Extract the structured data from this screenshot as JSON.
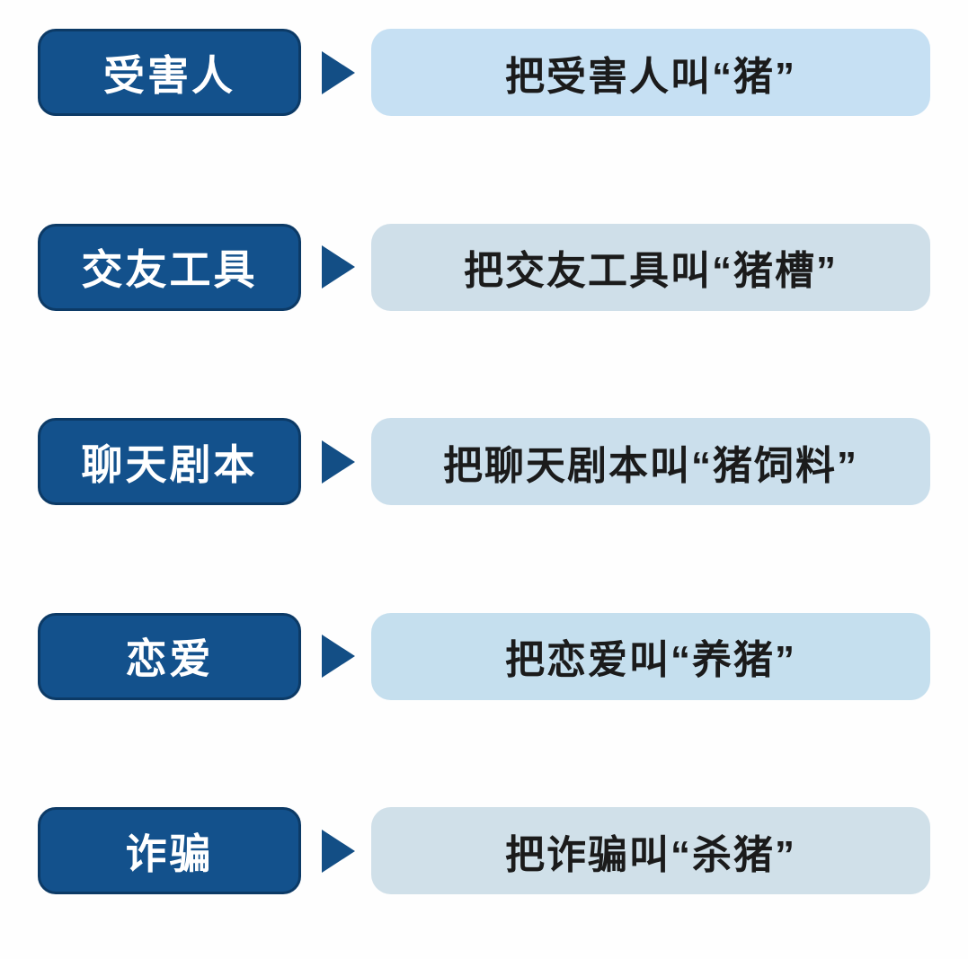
{
  "page": {
    "background": "#fefefe",
    "description": "Infographic mapping pig-butchering scam jargon terms"
  },
  "colors": {
    "dark_blue_box": "#13518c",
    "dark_blue_border": "#0c3a66",
    "arrow_blue": "#134e85",
    "term_text": "#ffffff",
    "mapping_text": "#1b1b1b"
  },
  "rows": [
    {
      "term": "受害人",
      "mapping": "把受害人叫“猪”",
      "box_color": "#c6e0f3"
    },
    {
      "term": "交友工具",
      "mapping": "把交友工具叫“猪槽”",
      "box_color": "#cfdfe9"
    },
    {
      "term": "聊天剧本",
      "mapping": "把聊天剧本叫“猪饲料”",
      "box_color": "#cbdfec"
    },
    {
      "term": "恋爱",
      "mapping": "把恋爱叫“养猪”",
      "box_color": "#c5dfee"
    },
    {
      "term": "诈骗",
      "mapping": "把诈骗叫“杀猪”",
      "box_color": "#d0e0e9"
    }
  ]
}
